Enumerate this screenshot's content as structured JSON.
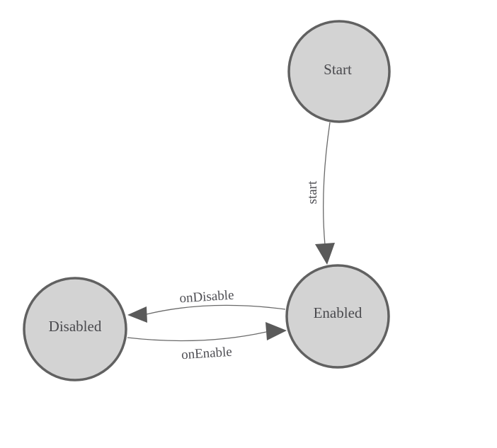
{
  "diagram": {
    "type": "state-machine",
    "nodes": [
      {
        "id": "start",
        "label": "Start"
      },
      {
        "id": "enabled",
        "label": "Enabled"
      },
      {
        "id": "disabled",
        "label": "Disabled"
      }
    ],
    "edges": [
      {
        "id": "start-to-enabled",
        "from": "Start",
        "to": "Enabled",
        "label": "start"
      },
      {
        "id": "enabled-to-disabled",
        "from": "Enabled",
        "to": "Disabled",
        "label": "onDisable"
      },
      {
        "id": "disabled-to-enabled",
        "from": "Disabled",
        "to": "Enabled",
        "label": "onEnable"
      }
    ],
    "colors": {
      "background": "#ffffff",
      "node_fill": "#d3d3d3",
      "node_stroke": "#616161",
      "edge_line": "#6a6a6a",
      "arrowhead": "#5a5a5a",
      "node_text": "#4a4a4e",
      "edge_text": "#4f4f54"
    }
  }
}
